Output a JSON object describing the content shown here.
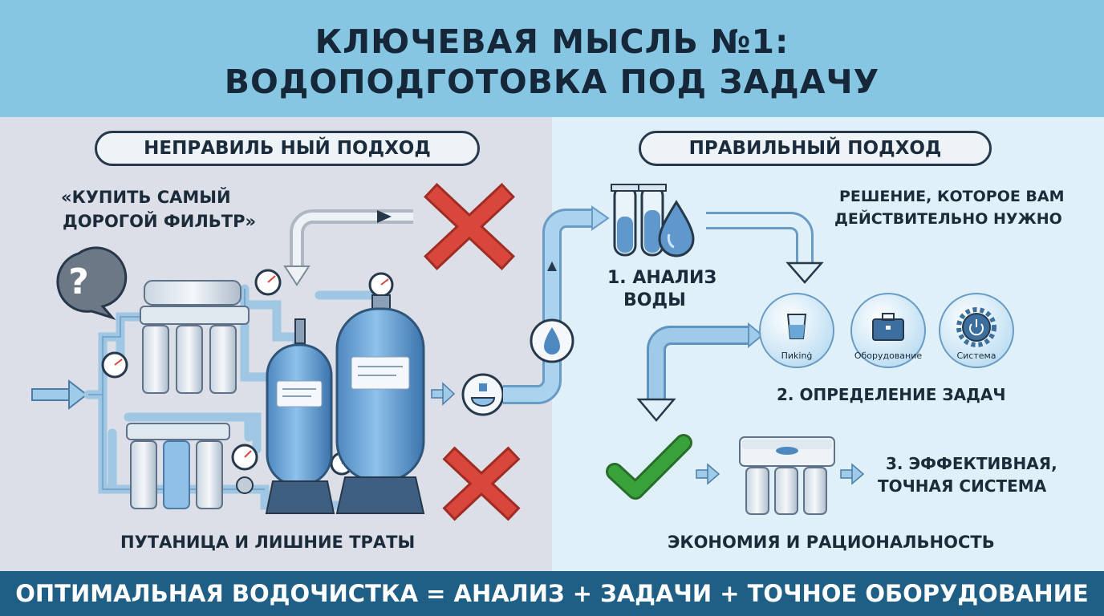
{
  "header": {
    "line1": "КЛЮЧЕВАЯ МЫСЛЬ №1:",
    "line2": "ВОДОПОДГОТОВКА ПОД ЗАДАЧУ"
  },
  "left": {
    "title": "НЕПРАВИЛЬ НЫЙ ПОДХОД",
    "quote_line1": "«КУПИТЬ САМЫЙ",
    "quote_line2": "ДОРОГОЙ ФИЛЬТР»",
    "caption": "ПУТАНИЦА И ЛИШНИЕ ТРАТЫ"
  },
  "right": {
    "title": "ПРАВИЛЬНЫЙ ПОДХОД",
    "need_line1": "РЕШЕНИЕ, КОТОРОЕ ВАМ",
    "need_line2": "ДЕЙСТВИТЕЛЬНО НУЖНО",
    "step1_line1": "1. АНАЛИЗ",
    "step1_line2": "ВОДЫ",
    "step2": "2. ОПРЕДЕЛЕНИЕ ЗАДАЧ",
    "step3_line1": "3. ЭФФЕКТИВНАЯ,",
    "step3_line2": "ТОЧНАЯ СИСТЕМА",
    "circles": [
      "Пиkinġ",
      "Оборудование",
      "Система"
    ],
    "caption": "ЭКОНОМИЯ И РАЦИОНАЛЬНОСТЬ"
  },
  "footer": {
    "text": "ОПТИМАЛЬНАЯ ВОДОЧИСТКА = АНАЛИЗ + ЗАДАЧИ + ТОЧНОЕ ОБОРУДОВАНИЕ"
  },
  "colors": {
    "header_bg": "#86c6e3",
    "footer_bg": "#1f5f86",
    "cross": "#d9463b",
    "check": "#3aa23a",
    "pipe": "#9fcbe8"
  },
  "icons": [
    "question-bubble-icon",
    "cross-icon",
    "check-icon",
    "test-tubes-icon",
    "water-drop-icon",
    "glass-icon",
    "briefcase-icon",
    "gear-power-icon",
    "pressure-gauge-icon",
    "filter-system-icon",
    "tank-icon"
  ]
}
